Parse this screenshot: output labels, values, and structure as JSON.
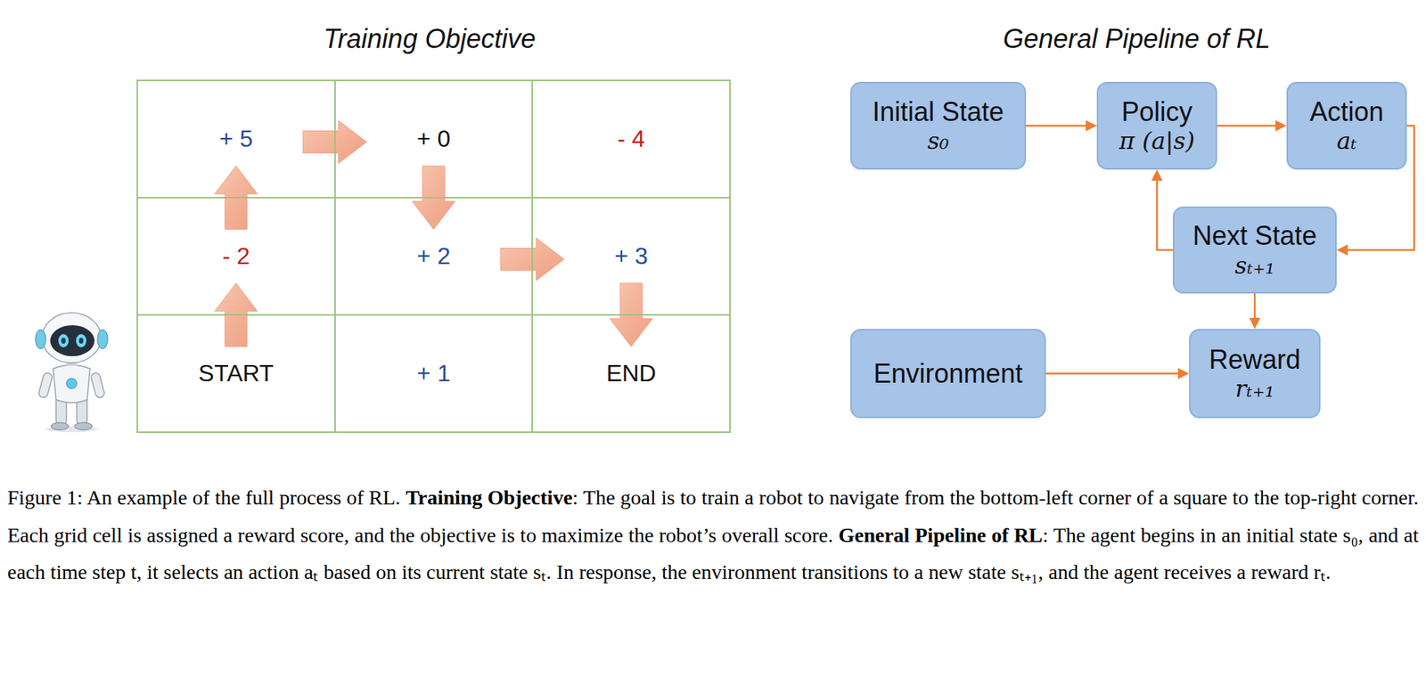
{
  "diagram": {
    "caption": "Figure 1: An example of the full process of RL. Training Objective: The goal is to train a robot to navigate from the bottom-left corner of a square to the top-right corner. Each grid cell is assigned a reward score, and the objective is to maximize the robot’s overall score. General Pipeline of RL: The agent begins in an initial state s₀, and at each time step t, it selects an action aₜ based on its current state sₜ. In response, the environment transitions to a new state sₜ₊₁, and the agent receives a reward rₜ.",
    "nodes": [
      {
        "text": [
          "+ 5"
        ]
      },
      {
        "text": [
          "+ 0"
        ]
      },
      {
        "text": [
          "- 4"
        ]
      },
      {
        "text": [
          "- 2"
        ]
      },
      {
        "text": [
          "+ 2"
        ]
      },
      {
        "text": [
          "+ 3"
        ]
      },
      {
        "text": [
          "START"
        ]
      },
      {
        "text": [
          "+ 1"
        ]
      },
      {
        "text": [
          "END"
        ]
      },
      {
        "text": [
          "Initial State",
          "s₀"
        ]
      },
      {
        "text": [
          "Policy",
          "π (a|s)"
        ]
      },
      {
        "text": [
          "Action",
          "aₜ"
        ]
      },
      {
        "text": [
          "Next State",
          "sₜ₊₁"
        ]
      },
      {
        "text": [
          "Environment"
        ]
      },
      {
        "text": [
          "Reward",
          "rₜ₊₁"
        ]
      }
    ],
    "edges": [
      {
        "from": 6,
        "to": 3,
        "arrow": "to"
      },
      {
        "from": 3,
        "to": 0,
        "arrow": "to"
      },
      {
        "from": 0,
        "to": 1,
        "arrow": "to"
      },
      {
        "from": 1,
        "to": 4,
        "arrow": "to"
      },
      {
        "from": 4,
        "to": 5,
        "arrow": "to"
      },
      {
        "from": 5,
        "to": 8,
        "arrow": "to"
      },
      {
        "from": 9,
        "to": 10,
        "arrow": "to"
      },
      {
        "from": 10,
        "to": 11,
        "arrow": "to"
      },
      {
        "from": 11,
        "to": 12,
        "arrow": "to"
      },
      {
        "from": 12,
        "to": 10,
        "arrow": "to"
      },
      {
        "from": 12,
        "to": 14,
        "arrow": "to"
      },
      {
        "from": 13,
        "to": 14,
        "arrow": "to"
      }
    ],
    "labels": [
      "Training Objective",
      "General Pipeline of RL"
    ]
  }
}
